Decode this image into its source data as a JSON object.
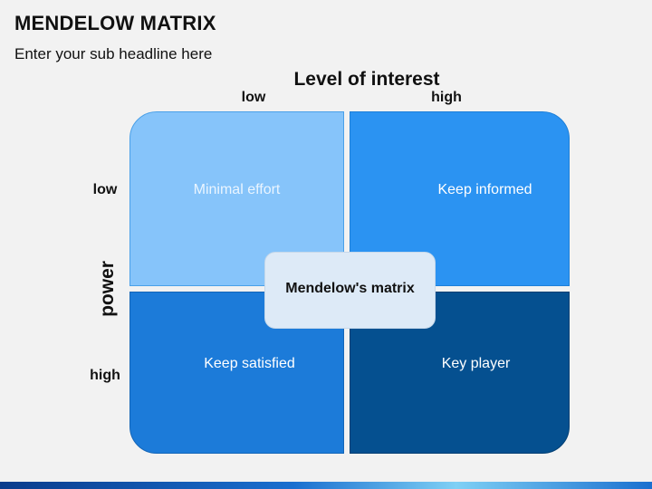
{
  "header": {
    "title": "MENDELOW MATRIX",
    "subtitle": "Enter your sub headline here"
  },
  "matrix": {
    "x_axis": {
      "title": "Level of interest",
      "low_label": "low",
      "high_label": "high"
    },
    "y_axis": {
      "title": "power",
      "low_label": "low",
      "high_label": "high"
    },
    "quadrants": {
      "low_power_low_interest": "Minimal effort",
      "low_power_high_interest": "Keep informed",
      "high_power_low_interest": "Keep satisfied",
      "high_power_high_interest": "Key player"
    },
    "center_label": "Mendelow's matrix",
    "colors": {
      "minimal_effort": "#86c4fa",
      "keep_informed": "#2b93f2",
      "keep_satisfied": "#1c7bd9",
      "key_player": "#055090",
      "center": "#ddeaf7"
    }
  }
}
